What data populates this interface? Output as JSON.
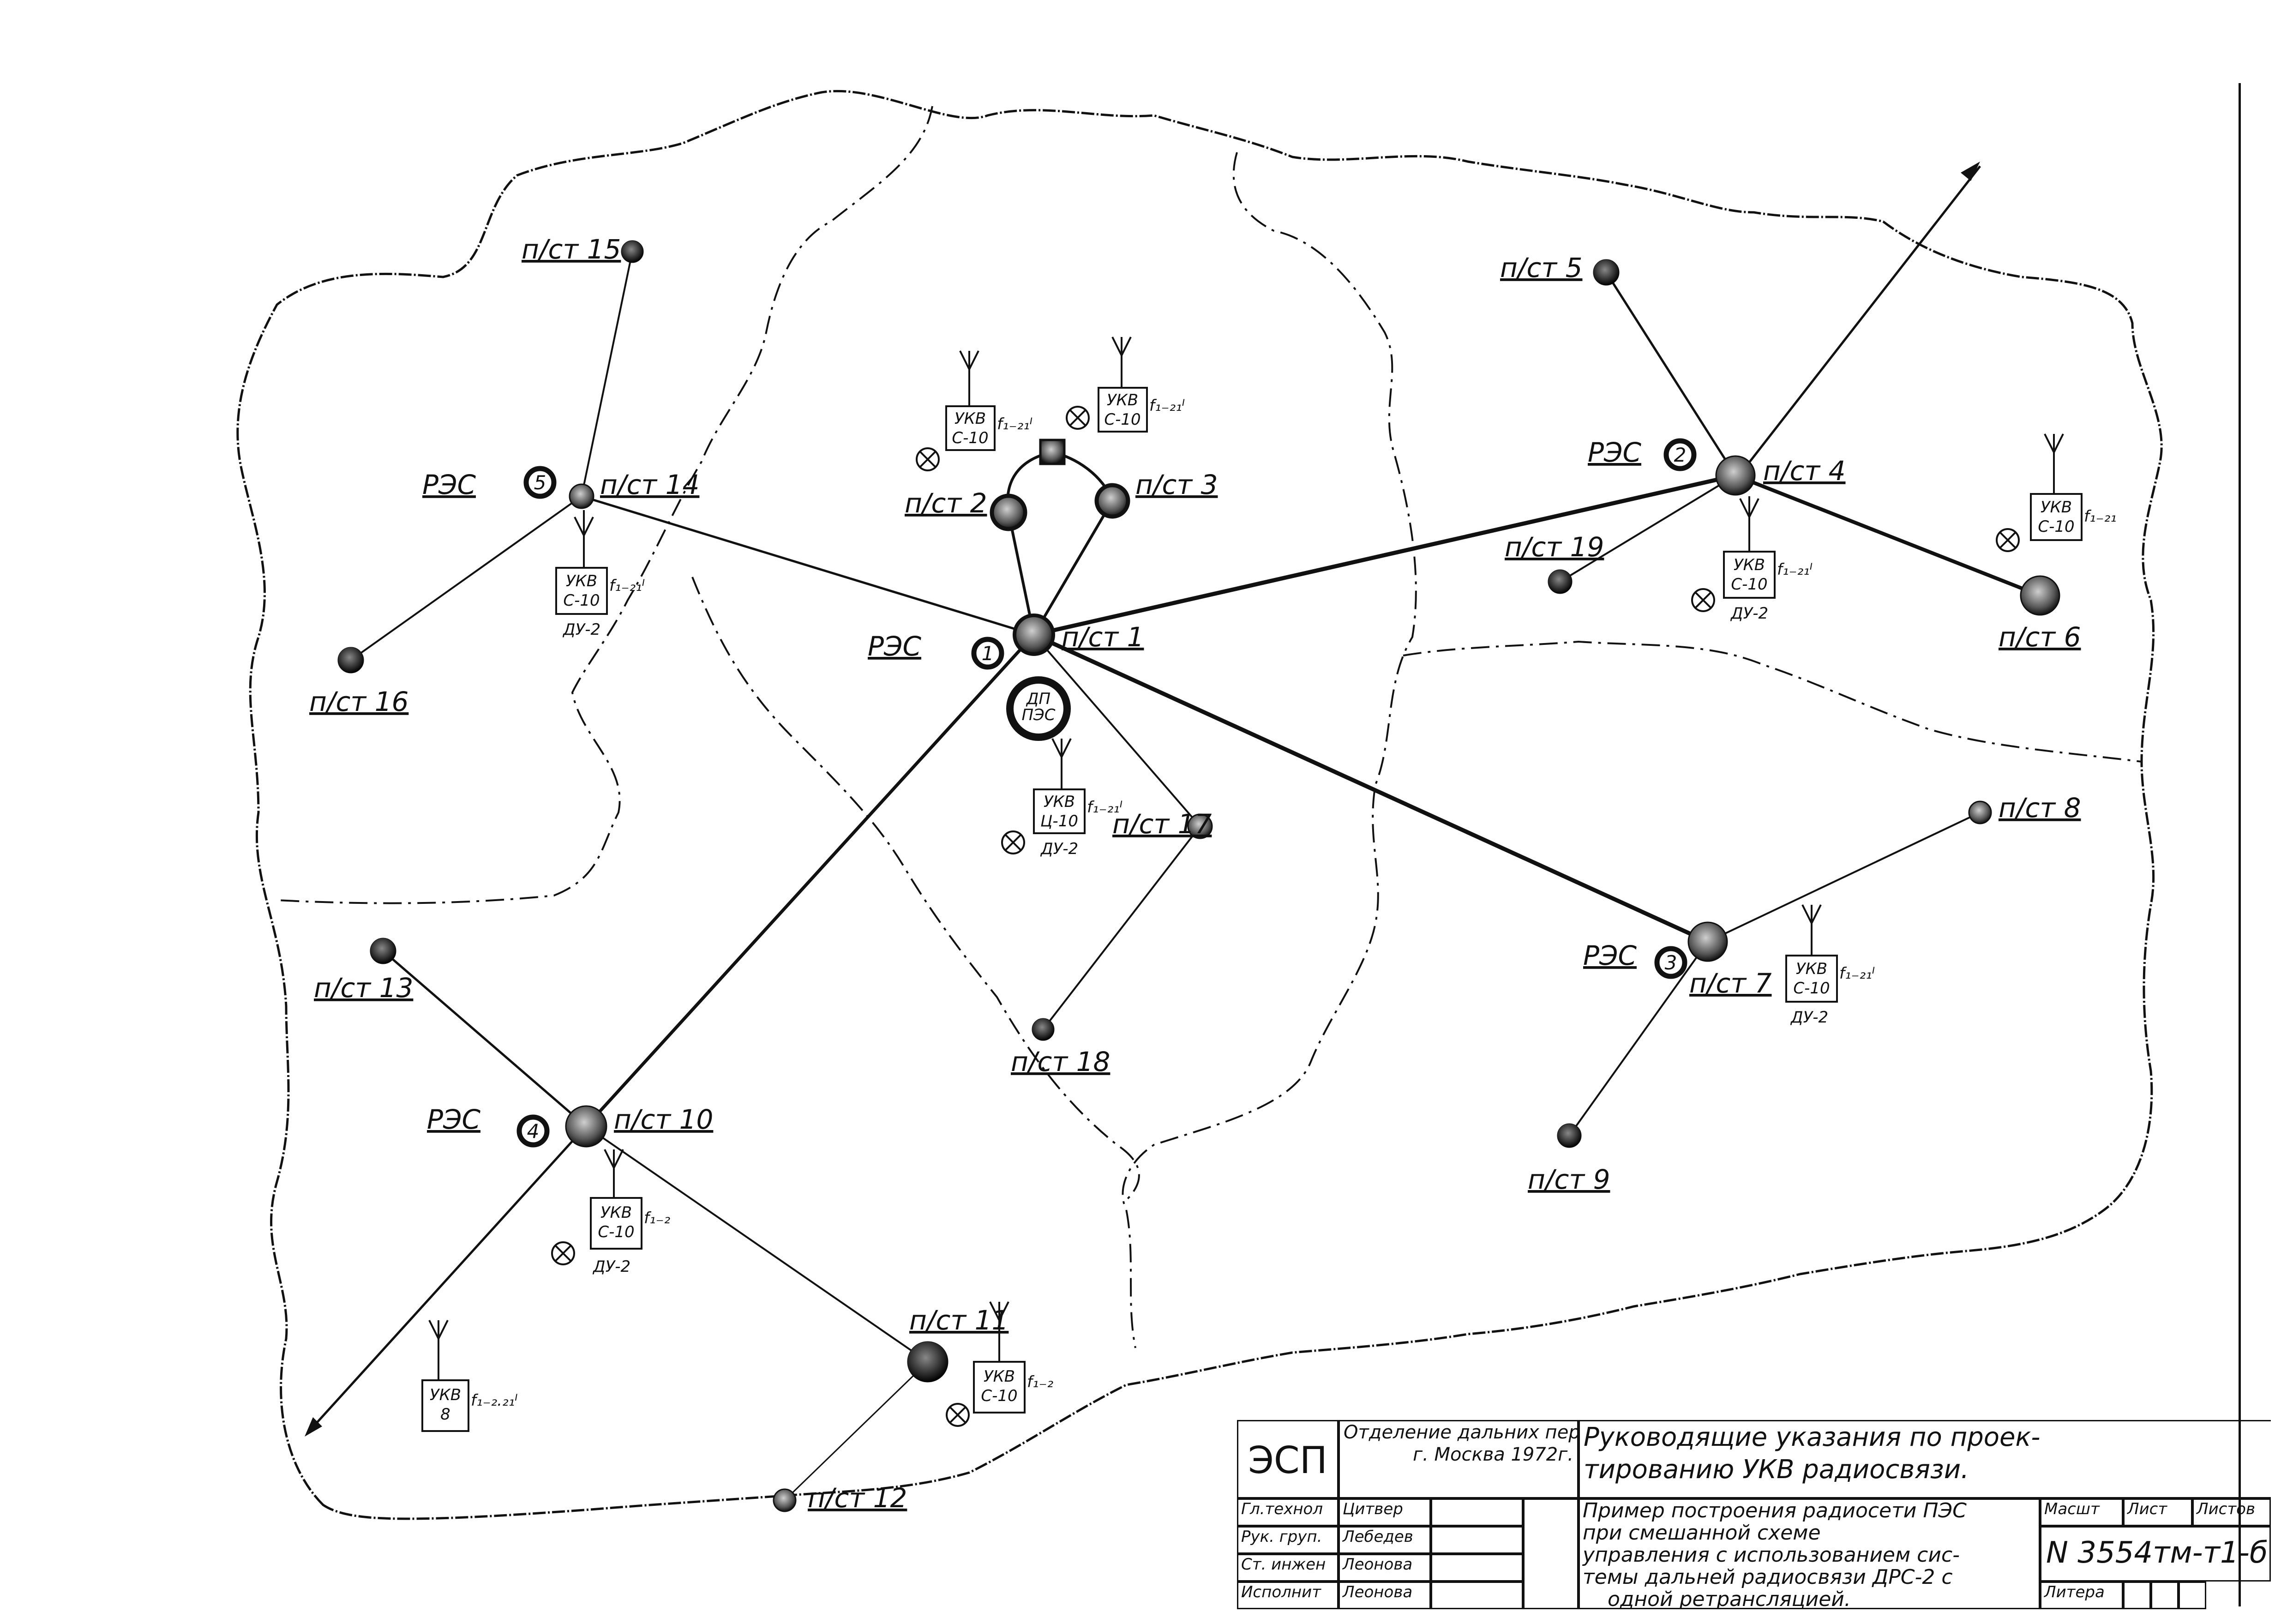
{
  "nodes": [
    {
      "id": "n15",
      "label": "п/ст 15"
    },
    {
      "id": "n14",
      "label": "п/ст 14"
    },
    {
      "id": "n16",
      "label": "п/ст 16"
    },
    {
      "id": "n2",
      "label": "п/ст 2"
    },
    {
      "id": "n3",
      "label": "п/ст 3"
    },
    {
      "id": "n1",
      "label": "п/ст 1"
    },
    {
      "id": "n17",
      "label": "п/ст 17"
    },
    {
      "id": "n18",
      "label": "п/ст 18"
    },
    {
      "id": "n5",
      "label": "п/ст 5"
    },
    {
      "id": "n4",
      "label": "п/ст 4"
    },
    {
      "id": "n19",
      "label": "п/ст 19"
    },
    {
      "id": "n6",
      "label": "п/ст 6"
    },
    {
      "id": "n8",
      "label": "п/ст 8"
    },
    {
      "id": "n7",
      "label": "п/ст 7"
    },
    {
      "id": "n9",
      "label": "п/ст 9"
    },
    {
      "id": "n13",
      "label": "п/ст 13"
    },
    {
      "id": "n10",
      "label": "п/ст 10"
    },
    {
      "id": "n11",
      "label": "п/ст 11"
    },
    {
      "id": "n12",
      "label": "п/ст 12"
    }
  ],
  "res_labels": {
    "res": "РЭС",
    "n1": "1",
    "n2": "2",
    "n3": "3",
    "n4": "4",
    "n5": "5"
  },
  "dp": {
    "line1": "ДП",
    "line2": "ПЭС"
  },
  "radio_units": [
    {
      "id": "u1",
      "line1": "УКВ",
      "line2": "Ц-10",
      "freq": "f₁₋₂₁ᴵ",
      "extra": "ДУ-2"
    },
    {
      "id": "u2",
      "line1": "УКВ",
      "line2": "С-10",
      "freq": "f₁₋₂₁ᴵ",
      "extra": ""
    },
    {
      "id": "u3",
      "line1": "УКВ",
      "line2": "С-10",
      "freq": "f₁₋₂₁ᴵ",
      "extra": ""
    },
    {
      "id": "u4",
      "line1": "УКВ",
      "line2": "С-10",
      "freq": "f₁₋₂₁ᴵ",
      "extra": "ДУ-2"
    },
    {
      "id": "u5",
      "line1": "УКВ",
      "line2": "С-10",
      "freq": "f₁₋₂₁",
      "extra": ""
    },
    {
      "id": "u6",
      "line1": "УКВ",
      "line2": "С-10",
      "freq": "f₁₋₂₁ᴵ",
      "extra": "ДУ-2"
    },
    {
      "id": "u7",
      "line1": "УКВ",
      "line2": "С-10",
      "freq": "f₁₋₂₁ᴵ",
      "extra": "ДУ-2"
    },
    {
      "id": "u8",
      "line1": "УКВ",
      "line2": "С-10",
      "freq": "f₁₋₂",
      "extra": "ДУ-2"
    },
    {
      "id": "u9",
      "line1": "УКВ",
      "line2": "С-10",
      "freq": "f₁₋₂",
      "extra": ""
    },
    {
      "id": "u10",
      "line1": "УКВ",
      "line2": "8",
      "freq": "f₁₋₂.₂₁ᴵ",
      "extra": ""
    }
  ],
  "stamp": {
    "org": "ЭСП",
    "dept_line1": "Отделение дальних передач",
    "dept_line2": "г. Москва  1972г.",
    "title_line1": "Руководящие указания по проек-",
    "title_line2": "тированию УКВ радиосвязи.",
    "desc_line1": "Пример построения радиосети ПЭС",
    "desc_line2": "при смешанной схеме",
    "desc_line3": "управления с использованием сис-",
    "desc_line4": "темы дальней радиосвязи ДРС-2 с",
    "desc_line5": "одной ретрансляцией.",
    "roles": [
      "Гл.технол",
      "Рук. груп.",
      "Ст. инжен",
      "Исполнит"
    ],
    "names": [
      "Цитвер",
      "Лебедев",
      "Леонова",
      "Леонова"
    ],
    "scale_label": "Масшт",
    "sheet_label": "Лист",
    "sheets_label": "Листов",
    "doc_number": "N 3554тм-т1-б",
    "letter_label": "Литера"
  }
}
